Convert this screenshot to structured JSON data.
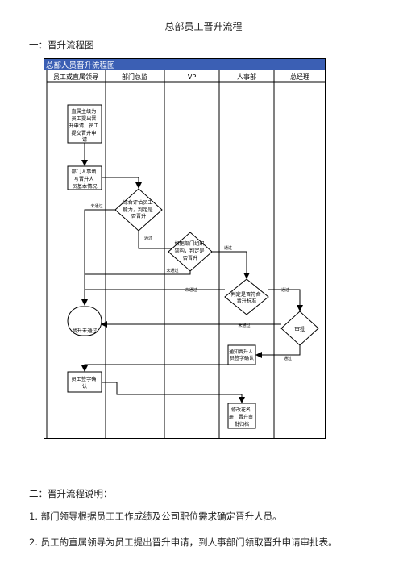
{
  "document": {
    "title": "总部员工晋升流程",
    "section1_heading": "一：晋升流程图",
    "section2_heading": "二：晋升流程说明：",
    "items": [
      {
        "number": "1.",
        "text": "部门领导根据员工工作成绩及公司职位需求确定晋升人员。"
      },
      {
        "number": "2.",
        "text": "员工的直属领导为员工提出晋升申请，到人事部门领取晋升申请审批表。"
      }
    ]
  },
  "flowchart": {
    "title": "总部人员晋升流程图",
    "lanes": [
      "员工或直属领导",
      "部门总监",
      "VP",
      "人事部",
      "总经理"
    ],
    "colors": {
      "banner": "#3b5fb4",
      "banner_text": "#ffffff",
      "line": "#000000"
    },
    "nodes": {
      "start": [
        "直属主级为",
        "员工提出晋",
        "升申请，员工",
        "提交晋升申",
        "请"
      ],
      "step2": [
        "部门人事填",
        "写晋升人",
        "员基本情况"
      ],
      "decision1": [
        "综合评估员工",
        "能力，判定是",
        "否晋升"
      ],
      "decision2": [
        "根据部门组织",
        "架构，判定是",
        "否晋升"
      ],
      "decision3": [
        "判定是否符合",
        "晋升标准"
      ],
      "approve": [
        "审批"
      ],
      "notify": [
        "通知晋升人",
        "员签字确认"
      ],
      "terminal": [
        "晋升未通过"
      ],
      "sign": [
        "员工签字确",
        "认"
      ],
      "archive": [
        "修改花名",
        "册，晋升审",
        "批归档"
      ]
    },
    "edge_labels": {
      "pass": "通过",
      "fail": "未通过"
    }
  }
}
